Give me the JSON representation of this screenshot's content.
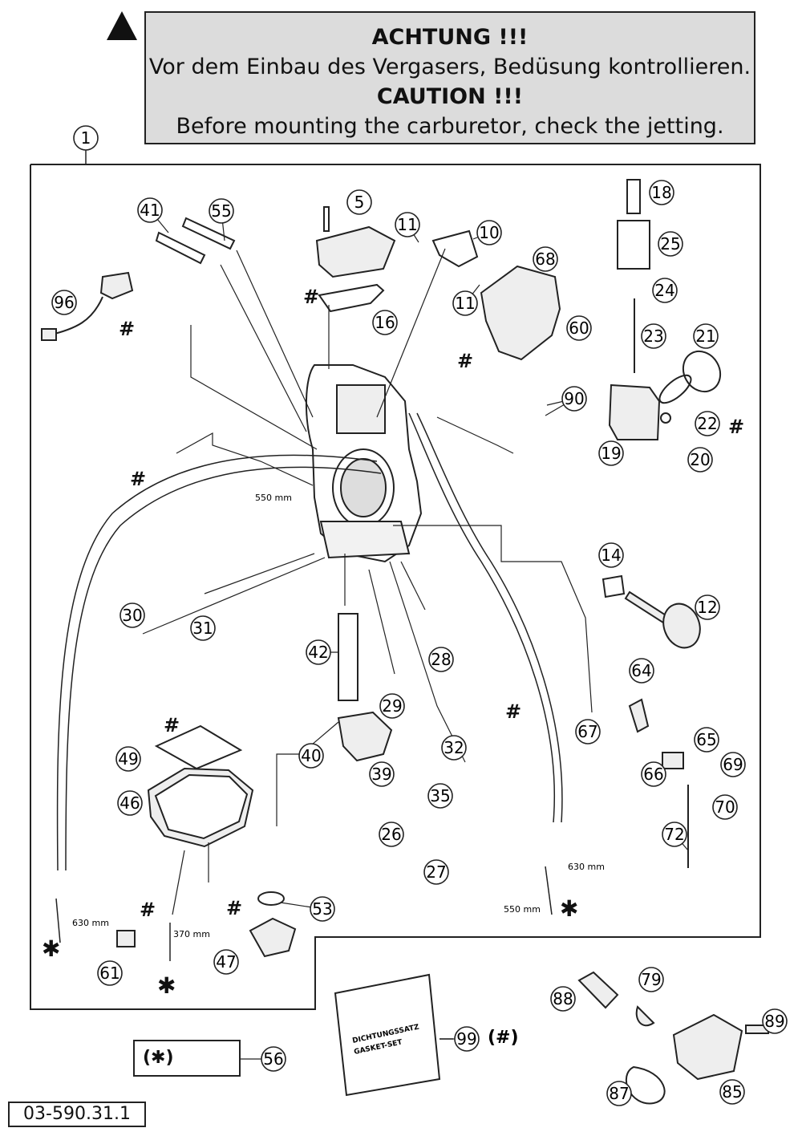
{
  "warning": {
    "title_de": "ACHTUNG !!!",
    "text_de": "Vor dem Einbau des Vergasers, Bedüsung kontrollieren.",
    "title_en": "CAUTION !!!",
    "text_en": "Before mounting the carburetor, check the jetting."
  },
  "document_number": "03-590.31.1",
  "gasket_set": {
    "label_de": "DICHTUNGSSATZ",
    "label_en": "GASKET-SET",
    "note": "(#)"
  },
  "star_box_symbol": "(✱)",
  "part_numbers": [
    "1",
    "5",
    "10",
    "11",
    "11",
    "12",
    "14",
    "16",
    "18",
    "19",
    "20",
    "21",
    "22",
    "23",
    "24",
    "25",
    "26",
    "27",
    "28",
    "29",
    "30",
    "31",
    "32",
    "35",
    "39",
    "40",
    "41",
    "42",
    "46",
    "47",
    "49",
    "53",
    "55",
    "56",
    "60",
    "61",
    "64",
    "65",
    "66",
    "67",
    "68",
    "69",
    "70",
    "72",
    "79",
    "85",
    "87",
    "88",
    "89",
    "90",
    "96",
    "99"
  ],
  "dimensions": {
    "d550_top": "550 mm",
    "d630_left": "630 mm",
    "d370": "370 mm",
    "d630_right": "630 mm",
    "d550_bottom": "550 mm"
  },
  "markers": {
    "hash": "#",
    "star": "✱"
  }
}
